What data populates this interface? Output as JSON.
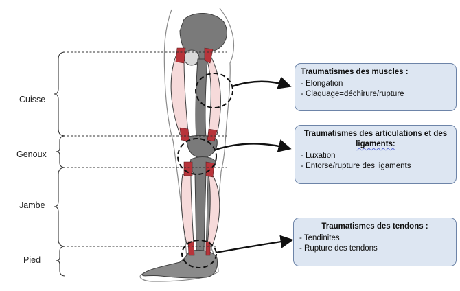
{
  "regions": [
    {
      "id": "cuisse",
      "label": "Cuisse"
    },
    {
      "id": "genoux",
      "label": "Genoux"
    },
    {
      "id": "jambe",
      "label": "Jambe"
    },
    {
      "id": "pied",
      "label": "Pied"
    }
  ],
  "boxes": [
    {
      "id": "muscles",
      "title": "Traumatismes des muscles :",
      "items": [
        "Elongation",
        "Claquage=déchirure/rupture"
      ]
    },
    {
      "id": "articulations",
      "title_main": "Traumatismes des articulations et des ",
      "title_squiggle": "ligaments:",
      "items": [
        "Luxation",
        "Entorse/rupture des ligaments"
      ]
    },
    {
      "id": "tendons",
      "title": "Traumatismes des tendons :",
      "items": [
        "Tendinites",
        "Rupture des tendons"
      ]
    }
  ],
  "colors": {
    "bone": "#7a7a7a",
    "bone_outline": "#3f3f3f",
    "muscle_fill": "#f6dada",
    "tendon": "#b8343a",
    "box_fill": "#dde6f2",
    "box_border": "#6d84a8"
  }
}
